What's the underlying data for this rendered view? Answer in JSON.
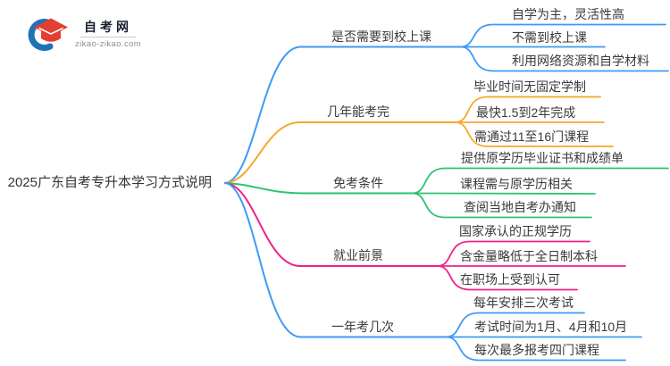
{
  "logo": {
    "title": "自考网",
    "domain": "zikao-zikao.com",
    "cap_color": "#e23e31",
    "swoosh_color": "#1f72b8"
  },
  "mindmap": {
    "root": "2025广东自考专升本学习方式说明",
    "branches": [
      {
        "label": "是否需要到校上课",
        "color": "#3e9af6",
        "children": [
          "自学为主，灵活性高",
          "不需到校上课",
          "利用网络资源和自学材料"
        ]
      },
      {
        "label": "几年能考完",
        "color": "#f7a82a",
        "children": [
          "毕业时间无固定学制",
          "最快1.5到2年完成",
          "需通过11至16门课程"
        ]
      },
      {
        "label": "免考条件",
        "color": "#2ec271",
        "children": [
          "提供原学历毕业证书和成绩单",
          "课程需与原学历相关",
          "查阅当地自考办通知"
        ]
      },
      {
        "label": "就业前景",
        "color": "#f0218b",
        "children": [
          "国家承认的正规学历",
          "含金量略低于全日制本科",
          "在职场上受到认可"
        ]
      },
      {
        "label": "一年考几次",
        "color": "#3e9af6",
        "children": [
          "每年安排三次考试",
          "考试时间为1月、4月和10月",
          "每次最多报考四门课程"
        ]
      }
    ]
  }
}
